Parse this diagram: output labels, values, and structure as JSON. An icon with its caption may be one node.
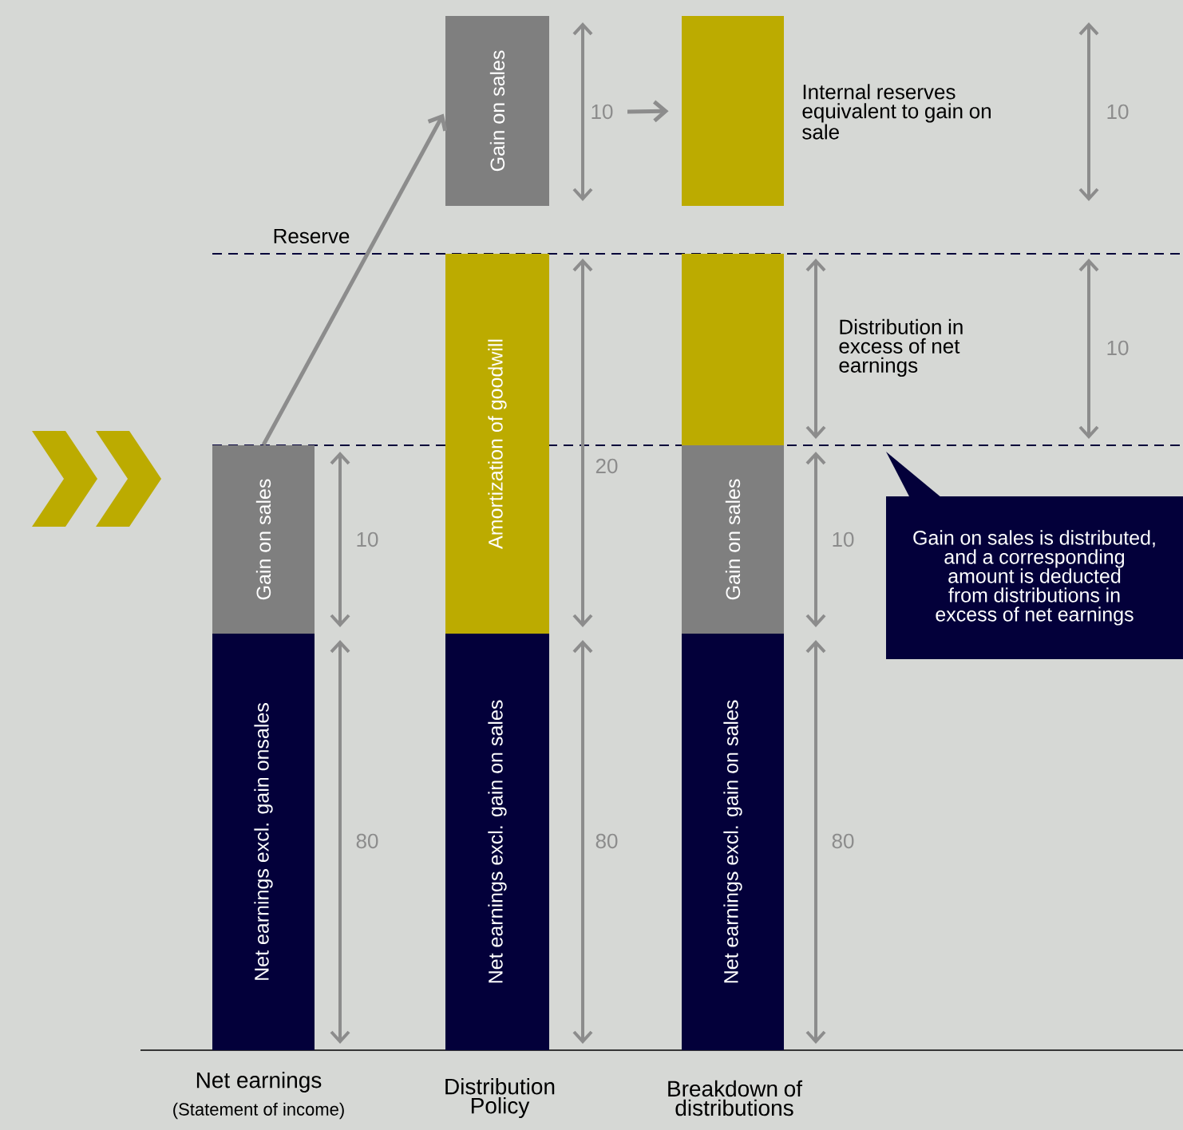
{
  "diagram": {
    "nodes": [
      {
        "text": [
          "Gain on sales"
        ]
      },
      {
        "text": [
          "Net earnings excl. gain onsales"
        ]
      },
      {
        "text": [
          "Gain on sales"
        ]
      },
      {
        "text": [
          "Amortization of goodwill"
        ]
      },
      {
        "text": [
          "Net earnings excl. gain on sales"
        ]
      },
      {
        "text": [],
        "shape": "bar",
        "beside": [
          "Internal reserves equivalent to gain on sale"
        ]
      },
      {
        "text": [],
        "shape": "bar",
        "beside": [
          "Distribution in excess of net earnings"
        ]
      },
      {
        "text": [
          "Gain on sales"
        ]
      },
      {
        "text": [
          "Net earnings excl. gain on sales"
        ]
      },
      {
        "text": [
          "Gain on sales is distributed, and a corresponding amount is deducted from distributions in excess of net earnings"
        ]
      }
    ],
    "edges": [
      {
        "from": 0,
        "to": 2,
        "arrow": "to",
        "label": "Reserve"
      },
      {
        "from": null,
        "to": 5,
        "arrow": "to"
      }
    ],
    "labels": [
      "10",
      "10",
      "10",
      "20",
      "10",
      "10",
      "80",
      "80",
      "80",
      "Net earnings",
      "(Statement of income)",
      "Distribution Policy",
      "Breakdown of distributions"
    ]
  }
}
